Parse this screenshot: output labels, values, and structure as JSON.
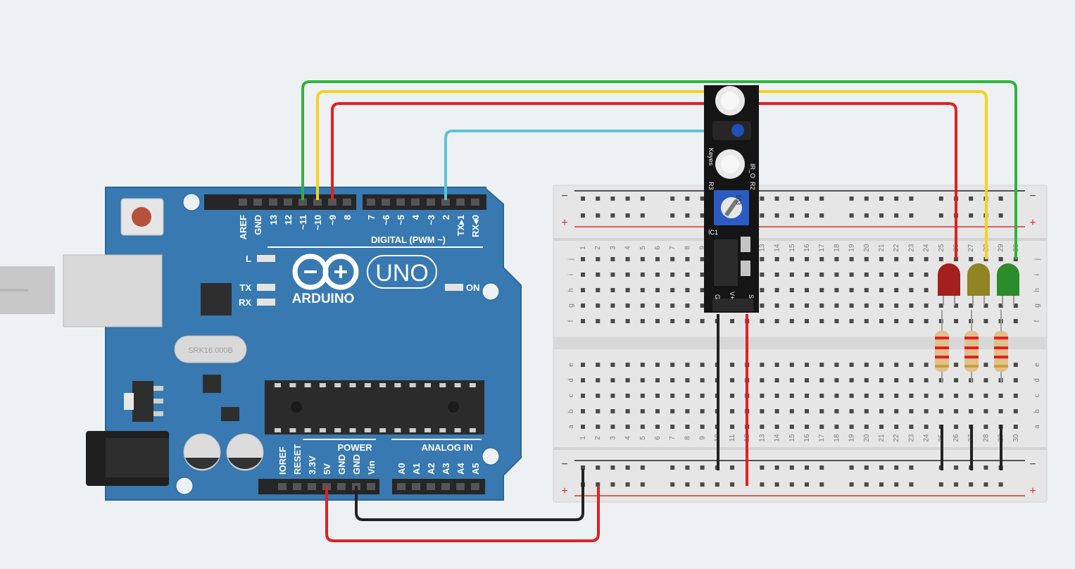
{
  "arduino": {
    "logo_text": "ARDUINO",
    "model": "UNO",
    "digital_header": "DIGITAL (PWM ~)",
    "power_header": "POWER",
    "analog_header": "ANALOG IN",
    "crystal_label": "SRK16.000B",
    "led_labels": [
      "L",
      "TX",
      "RX"
    ],
    "on_label": "ON",
    "digital_pins": [
      "AREF",
      "GND",
      "13",
      "12",
      "~11",
      "~10",
      "~9",
      "8",
      "7",
      "~6",
      "~5",
      "4",
      "~3",
      "2",
      "TX▸1",
      "RX◂0"
    ],
    "power_pins": [
      "IOREF",
      "RESET",
      "3.3V",
      "5V",
      "GND",
      "GND",
      "Vin"
    ],
    "analog_pins": [
      "A0",
      "A1",
      "A2",
      "A3",
      "A4",
      "A5"
    ]
  },
  "breadboard": {
    "row_letters_top": [
      "j",
      "i",
      "h",
      "g",
      "f"
    ],
    "row_letters_bottom": [
      "e",
      "d",
      "c",
      "b",
      "a"
    ],
    "column_count": 30,
    "rail_minus": "−",
    "rail_plus": "+"
  },
  "sensor": {
    "labels": [
      "Keyes",
      "IR_O",
      "R3",
      "R2",
      "103",
      "IC1",
      "G",
      "V+",
      "S"
    ]
  },
  "leds": [
    {
      "color": "red",
      "hex": "#a51f1f"
    },
    {
      "color": "yellow",
      "hex": "#8f8523"
    },
    {
      "color": "green",
      "hex": "#2c8c2c"
    }
  ],
  "wire_colors": {
    "green": "#2db43c",
    "yellow": "#f2d51c",
    "red": "#e02020",
    "cyan": "#5bc3d9",
    "black": "#222222"
  }
}
